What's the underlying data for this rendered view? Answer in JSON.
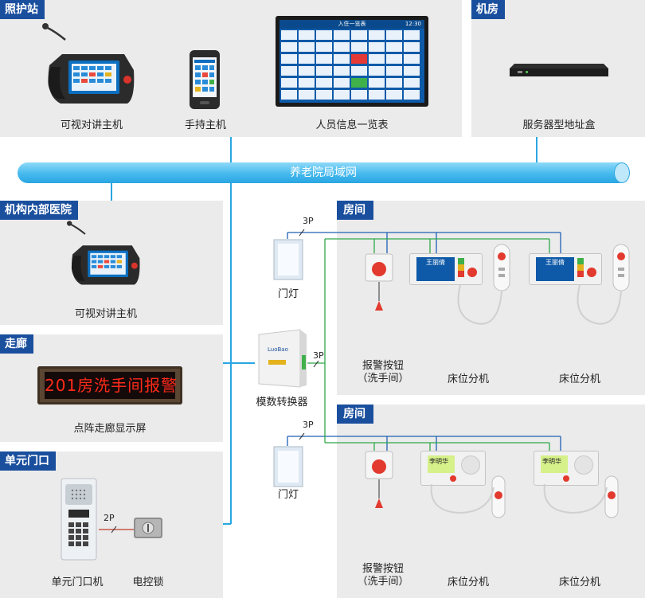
{
  "sections": {
    "nurse_station": "照护站",
    "machine_room": "机房",
    "clinic": "机构内部医院",
    "corridor": "走廊",
    "unit_door": "单元门口",
    "room_1": "房间",
    "room_2": "房间"
  },
  "devices": {
    "video_intercom_host": "可视对讲主机",
    "handheld_host": "手持主机",
    "staff_info_board": "人员信息一览表",
    "server_address_box": "服务器型地址盒",
    "clinic_intercom_host": "可视对讲主机",
    "led_display": "点阵走廊显示屏",
    "led_text": "201房洗手间报警",
    "door_unit": "单元门口机",
    "electric_lock": "电控锁",
    "converter": "模数转换器",
    "door_light_1": "门灯",
    "door_light_2": "门灯",
    "alarm_button_1": "报警按钮\n（洗手间）",
    "alarm_button_2": "报警按钮\n（洗手间）",
    "bed_unit_1a": "床位分机",
    "bed_unit_1b": "床位分机",
    "bed_unit_2a": "床位分机",
    "bed_unit_2b": "床位分机"
  },
  "network": {
    "lan_label": "养老院局域网"
  },
  "wire_labels": {
    "room1_wire": "3P",
    "converter_wire": "3P",
    "room2_wire": "3P",
    "door_wire": "2P"
  },
  "screen": {
    "board_header": "入住一览表",
    "board_time": "12:30",
    "converter_brand": "LuoBao",
    "bed_name_1": "王丽倩",
    "bed_name_2": "王丽倩",
    "bed_name_3": "李明华",
    "bed_name_4": "李明华"
  },
  "colors": {
    "tag_blue": "#1a4f9e",
    "lan_blue": "#45b9ee",
    "wire_blue": "#1e5fb4",
    "wire_green": "#2fa84a",
    "wire_cyan": "#2aa6e2",
    "panel_gray": "#ebebeb",
    "led_red": "#ff2a1a"
  }
}
